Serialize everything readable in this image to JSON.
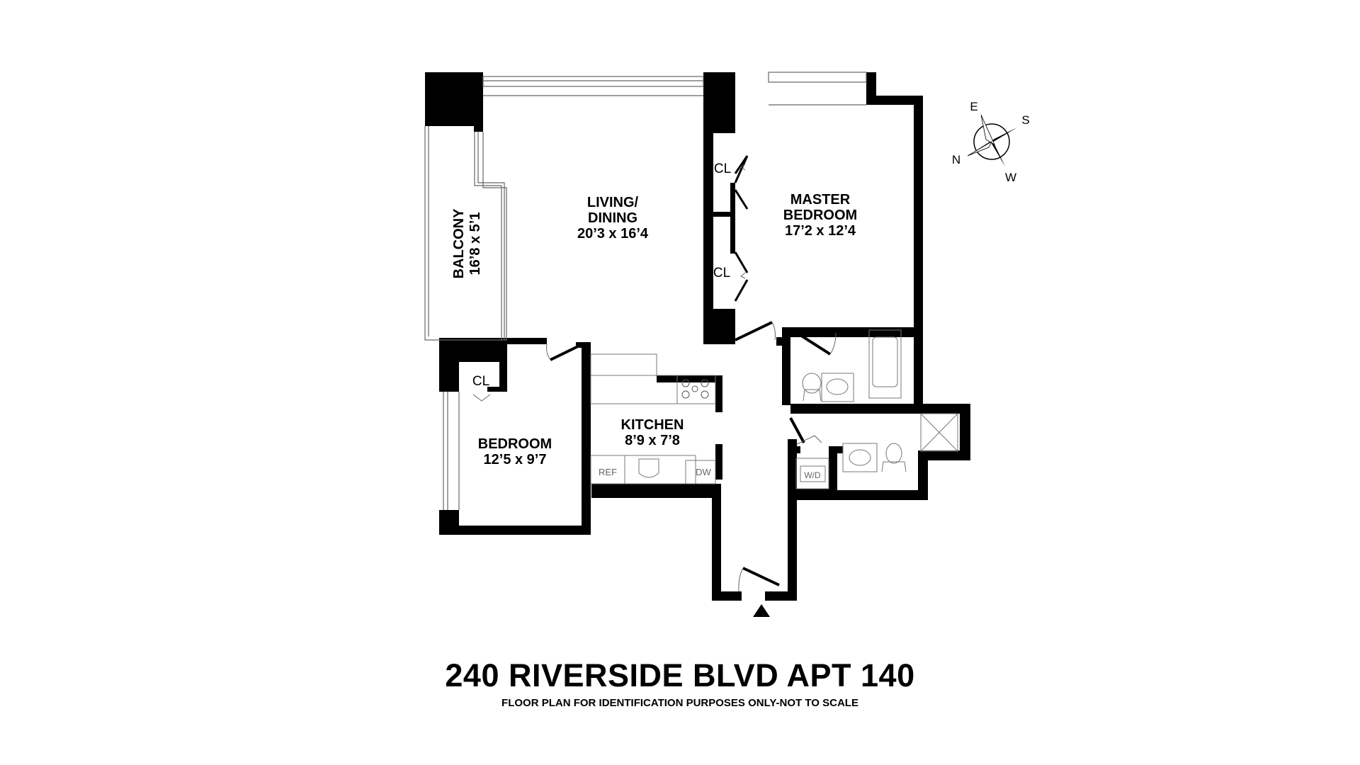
{
  "plan": {
    "title": "240 RIVERSIDE BLVD APT 140",
    "subtitle": "FLOOR PLAN FOR IDENTIFICATION PURPOSES ONLY-NOT TO SCALE",
    "colors": {
      "wall": "#000000",
      "background": "#ffffff",
      "fixture_line": "#808080"
    }
  },
  "rooms": {
    "living": {
      "name_line1": "LIVING/",
      "name_line2": "DINING",
      "dimensions": "20’3 x 16’4"
    },
    "master": {
      "name_line1": "MASTER",
      "name_line2": "BEDROOM",
      "dimensions": "17’2 x 12’4"
    },
    "balcony": {
      "name": "BALCONY",
      "dimensions": "16’8 x 5’1"
    },
    "bedroom": {
      "name": "BEDROOM",
      "dimensions": "12’5 x 9’7"
    },
    "kitchen": {
      "name": "KITCHEN",
      "dimensions": "8’9 x 7’8"
    }
  },
  "closets": {
    "master_closet_1": "CL",
    "master_closet_2": "CL",
    "bedroom_closet": "CL"
  },
  "appliances": {
    "refrigerator": "REF",
    "dishwasher": "DW",
    "washer_dryer": "W/D"
  },
  "compass": {
    "north": "N",
    "south": "S",
    "east": "E",
    "west": "W"
  }
}
